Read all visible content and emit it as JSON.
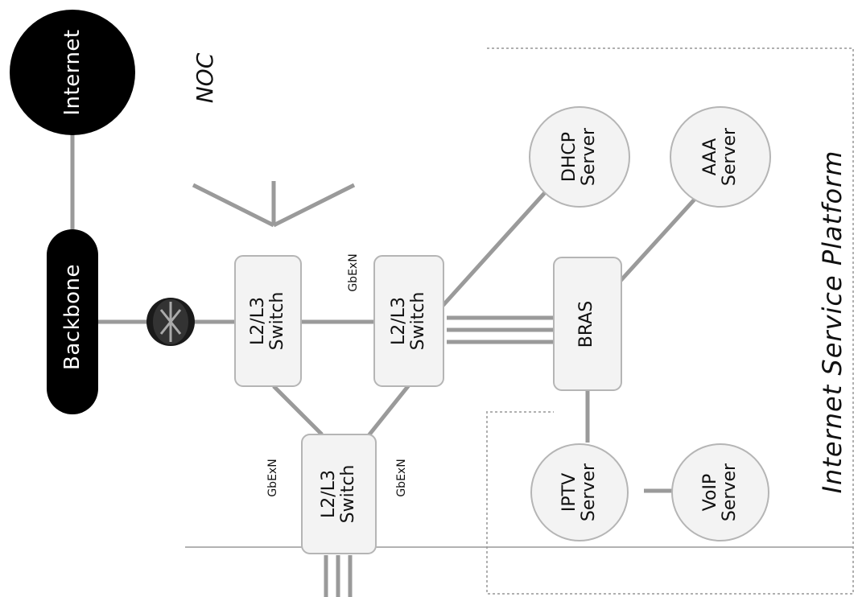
{
  "nodes": {
    "internet": "Internet",
    "backbone": "Backbone",
    "switch_top": [
      "L2/L3",
      "Switch"
    ],
    "switch_mid": [
      "L2/L3",
      "Switch"
    ],
    "switch_bottom": [
      "L2/L3",
      "Switch"
    ],
    "bras": "BRAS",
    "dhcp": [
      "DHCP",
      "Server"
    ],
    "aaa": [
      "AAA",
      "Server"
    ],
    "iptv": [
      "IPTV",
      "Server"
    ],
    "voip": [
      "VoIP",
      "Server"
    ]
  },
  "labels": {
    "noc": "NOC",
    "platform": "Internet Service Platform",
    "link_gbe_1": "GbExN",
    "link_gbe_2": "GbExN",
    "link_gbe_3": "GbExN"
  },
  "colors": {
    "pill": "#000000",
    "node_fill": "#f3f3f3",
    "node_stroke": "#b5b5b5",
    "link": "#9a9a9a",
    "dash": "#b0b0b0"
  }
}
